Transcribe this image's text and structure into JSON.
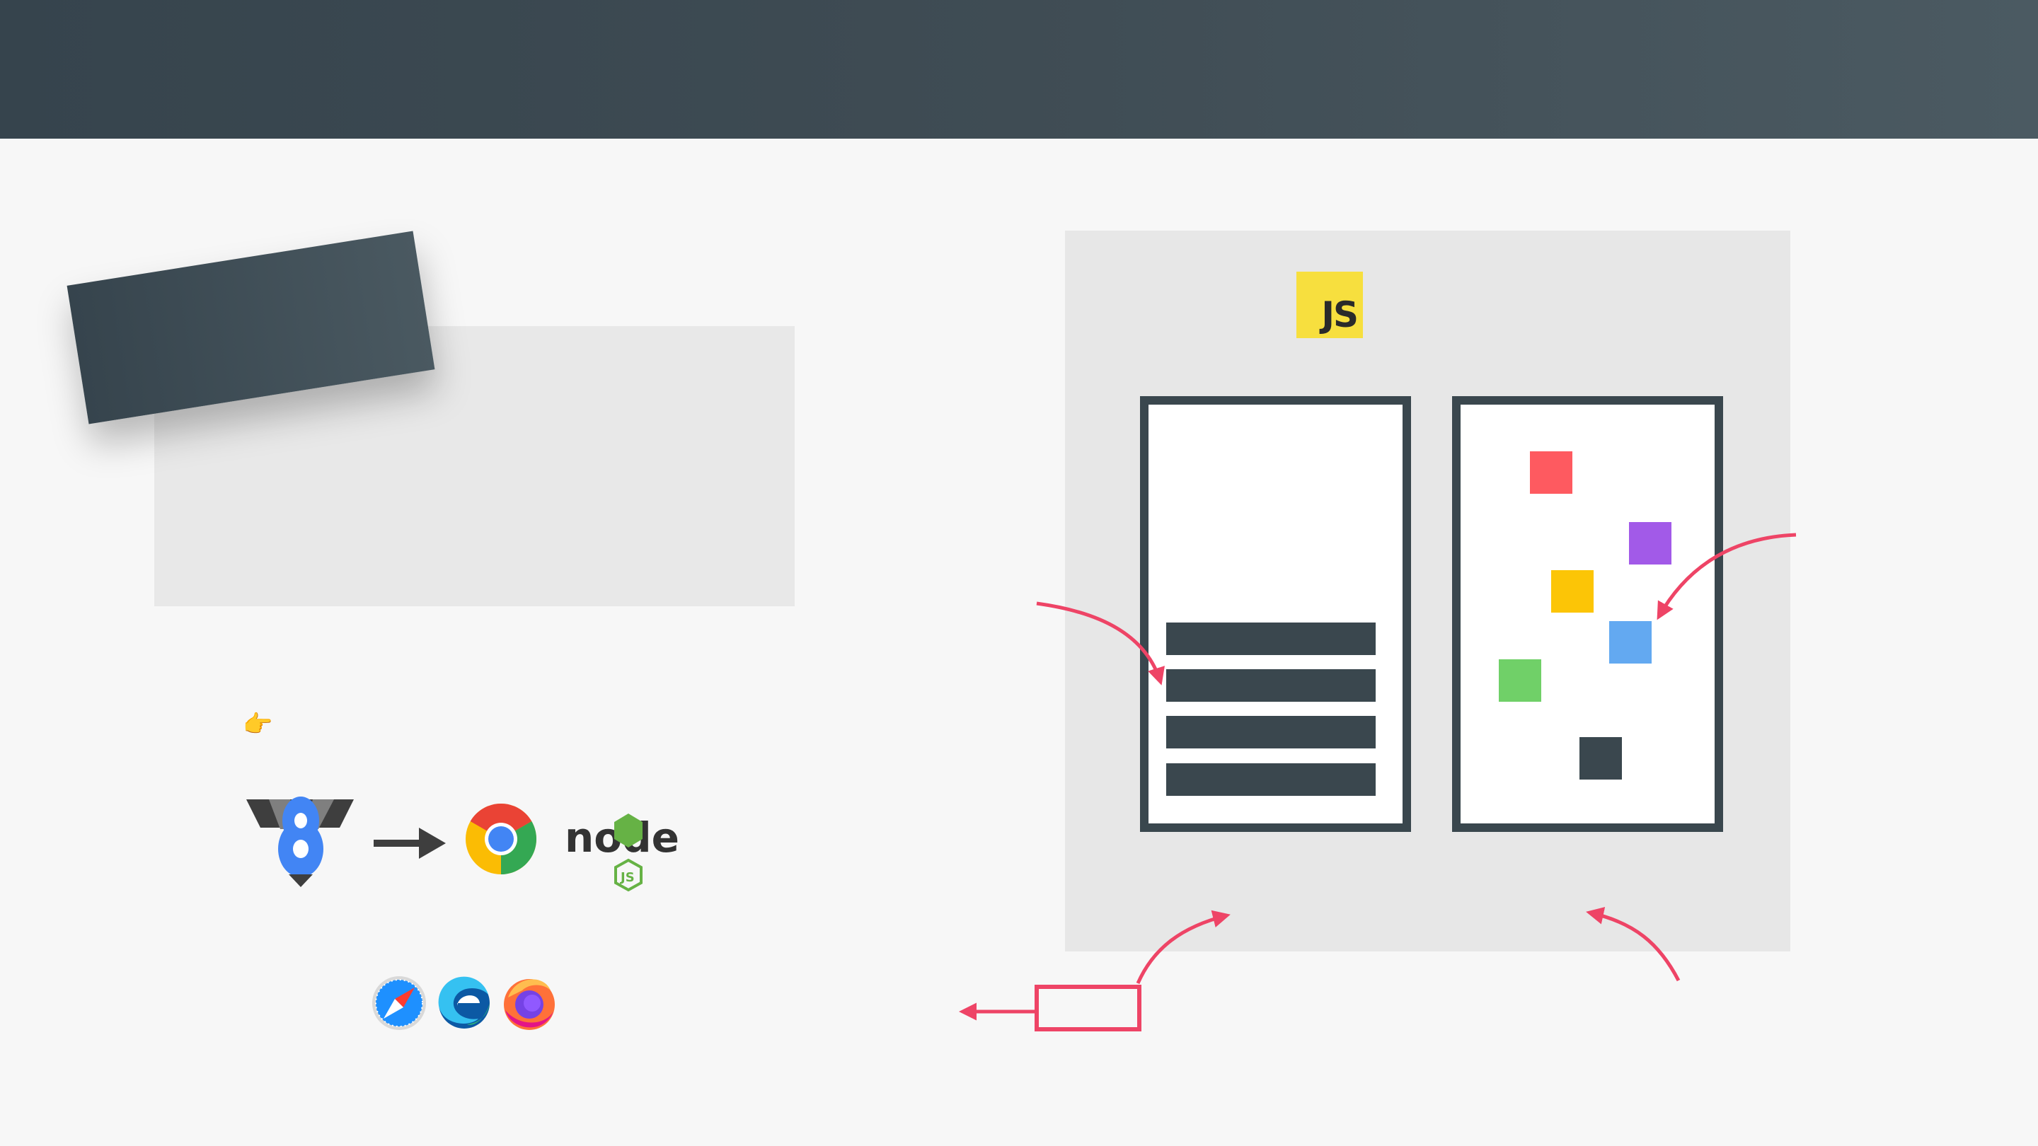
{
  "colors": {
    "header": "#3f4c54",
    "background": "#f7f7f7",
    "card": "#e8e8e8",
    "dark": "#3a474e",
    "accent": "#ee4466",
    "js_yellow": "#f7df3e"
  },
  "js_badge": {
    "label": "JS"
  },
  "pointer": {
    "icon": "backhand-index-pointing-right-icon",
    "glyph": "👉"
  },
  "engine": {
    "icons": [
      "v8-logo-icon",
      "arrow-right-icon",
      "chrome-logo-icon",
      "nodejs-logo-icon"
    ],
    "node_label": "node",
    "node_js": "JS"
  },
  "browsers": {
    "icons": [
      "safari-logo-icon",
      "edge-logo-icon",
      "firefox-logo-icon"
    ]
  },
  "call_stack": {
    "frames": 4
  },
  "heap": {
    "objects": [
      {
        "color": "#fe5a60"
      },
      {
        "color": "#a25ae8"
      },
      {
        "color": "#fcc506"
      },
      {
        "color": "#63a9f1"
      },
      {
        "color": "#70d068"
      },
      {
        "color": "#3a474e"
      }
    ]
  }
}
